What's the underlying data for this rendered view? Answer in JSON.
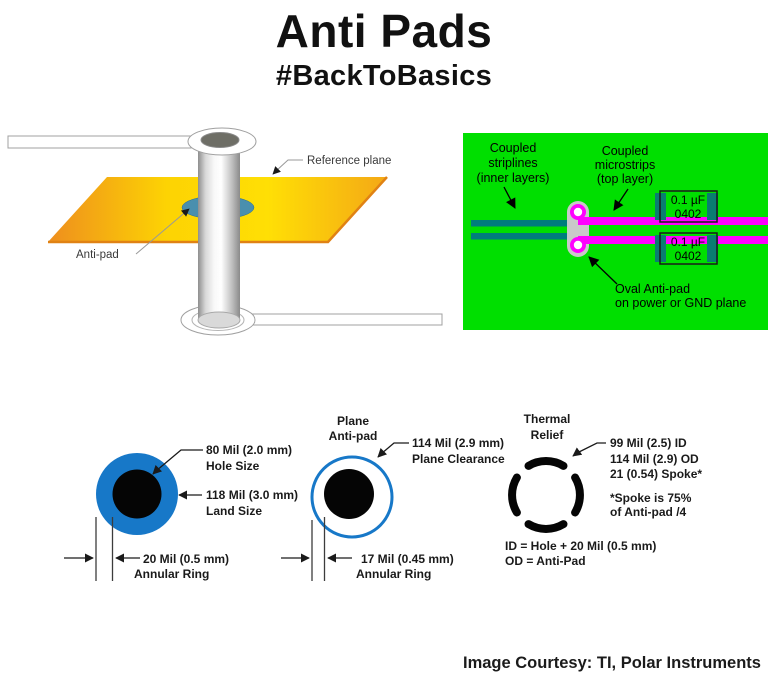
{
  "header": {
    "title": "Anti Pads",
    "subtitle": "#BackToBasics"
  },
  "via_figure": {
    "reference_plane_label": "Reference plane",
    "anti_pad_label": "Anti-pad"
  },
  "pcb_figure": {
    "striplines_label": [
      "Coupled",
      "striplines",
      "(inner layers)"
    ],
    "microstrips_label": [
      "Coupled",
      "microstrips",
      "(top layer)"
    ],
    "oval_antipad_label": [
      "Oval Anti-pad",
      "on power or GND plane"
    ],
    "capacitor1": {
      "value": "0.1 µF",
      "size": "0402"
    },
    "capacitor2": {
      "value": "0.1 µF",
      "size": "0402"
    },
    "colors": {
      "board": "#00df00",
      "stripline": "#007d7d",
      "microstrip": "#ff00ff",
      "via_ring": "#ff00ff",
      "anti_pad": "#c9c9c9"
    }
  },
  "pad_diagrams": {
    "land_pad": {
      "hole_label": [
        "80 Mil (2.0 mm)",
        "Hole Size"
      ],
      "land_label": [
        "118 Mil (3.0 mm)",
        "Land Size"
      ],
      "ring_label": [
        "20 Mil (0.5 mm)",
        "Annular Ring"
      ],
      "pad_color": "#1778c8",
      "hole_color": "#050505"
    },
    "plane_antipad": {
      "title": [
        "Plane",
        "Anti-pad"
      ],
      "clearance_label": [
        "114 Mil (2.9 mm)",
        "Plane Clearance"
      ],
      "ring_label": [
        "17 Mil (0.45 mm)",
        "Annular Ring"
      ]
    },
    "thermal_relief": {
      "title": [
        "Thermal",
        "Relief"
      ],
      "dims": [
        "99 Mil (2.5) ID",
        "114 Mil (2.9) OD",
        "21 (0.54) Spoke*"
      ],
      "note": [
        "*Spoke is 75%",
        "of Anti-pad  /4"
      ],
      "legend": [
        "ID = Hole + 20 Mil (0.5 mm)",
        "OD = Anti-Pad"
      ]
    }
  },
  "footer": {
    "credit": "Image Courtesy: TI, Polar Instruments"
  }
}
